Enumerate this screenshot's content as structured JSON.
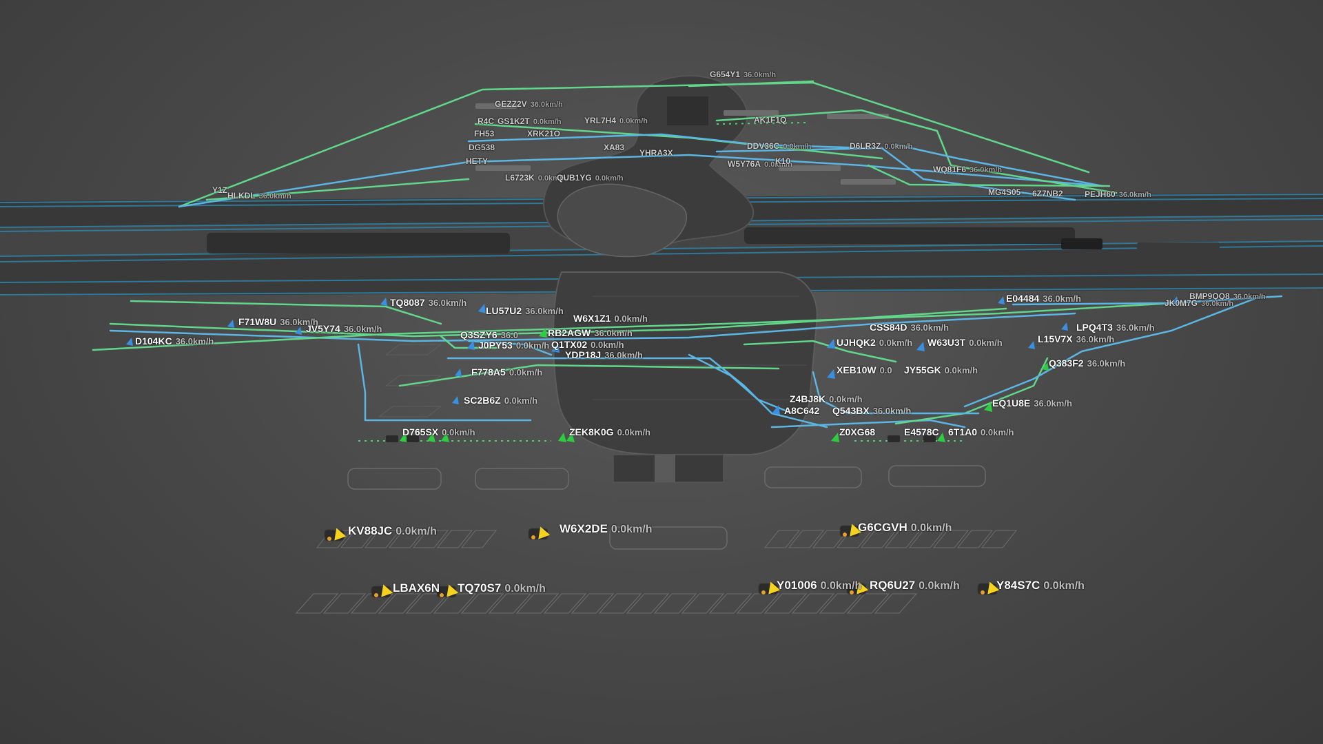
{
  "colors": {
    "background": "#474747",
    "building": "#3c3c3c",
    "road": "#353535",
    "lane_blue": "#2f7fa3",
    "path_green": "#62d68a",
    "path_blue": "#5cb6e4",
    "label_text": "#ffffff",
    "speed_text": "#bfbfbf",
    "vehicle_yellow": "#f4d21f",
    "marker_green": "#2ecc40",
    "marker_blue": "#3a8fe0"
  },
  "icons": {
    "vehicle": "yellow-cone-vehicle-icon",
    "marker_green": "green-triangle-marker-icon",
    "marker_blue": "blue-triangle-marker-icon"
  },
  "vehicles_top": [
    {
      "id": "G654Y1",
      "speed": "36.0km/h"
    },
    {
      "id": "GEZZ2V",
      "speed": "36.0km/h"
    },
    {
      "id": "R4C",
      "speed": ""
    },
    {
      "id": "GS1K2T",
      "speed": "0.0km/h"
    },
    {
      "id": "YRL7H4",
      "speed": "0.0km/h"
    },
    {
      "id": "FH53",
      "speed": ""
    },
    {
      "id": "XRK21O",
      "speed": ""
    },
    {
      "id": "DG538",
      "speed": ""
    },
    {
      "id": "DDV36C",
      "speed": "0.0km/h"
    },
    {
      "id": "HETY",
      "speed": ""
    },
    {
      "id": "XA83",
      "speed": ""
    },
    {
      "id": "YHRA3X",
      "speed": ""
    },
    {
      "id": "D6LR3Z",
      "speed": "0.0km/h"
    },
    {
      "id": "W5Y76A",
      "speed": "0.0km/h"
    },
    {
      "id": "K10",
      "speed": ""
    },
    {
      "id": "L6723K",
      "speed": "0.0km/h"
    },
    {
      "id": "QUB1YG",
      "speed": "0.0km/h"
    },
    {
      "id": "WQ81F6",
      "speed": "36.0km/h"
    },
    {
      "id": "MG4S05",
      "speed": ""
    },
    {
      "id": "6Z7NB2",
      "speed": ""
    },
    {
      "id": "PEJH60",
      "speed": "36.0km/h"
    },
    {
      "id": "HLKDL",
      "speed": "36.0km/h"
    },
    {
      "id": "AK1F1Q",
      "speed": ""
    },
    {
      "id": "Y1Z",
      "speed": ""
    }
  ],
  "vehicles_main": [
    {
      "id": "TQ8087",
      "speed": "36.0km/h"
    },
    {
      "id": "LU57U2",
      "speed": "36.0km/h"
    },
    {
      "id": "W6X1Z1",
      "speed": "0.0km/h"
    },
    {
      "id": "F71W8U",
      "speed": "36.0km/h"
    },
    {
      "id": "JV5Y74",
      "speed": "36.0km/h"
    },
    {
      "id": "D104KC",
      "speed": "36.0km/h"
    },
    {
      "id": "RB2AGW",
      "speed": "36.0km/h"
    },
    {
      "id": "Q3SZY6",
      "speed": "36.0"
    },
    {
      "id": "J0PY53",
      "speed": "0.0km/h"
    },
    {
      "id": "Q1TX02",
      "speed": "0.0km/h"
    },
    {
      "id": "YDP18J",
      "speed": "36.0km/h"
    },
    {
      "id": "F778A5",
      "speed": "0.0km/h"
    },
    {
      "id": "SC2B6Z",
      "speed": "0.0km/h"
    },
    {
      "id": "E04484",
      "speed": "36.0km/h"
    },
    {
      "id": "BMP9QQ8",
      "speed": "36.0km/h"
    },
    {
      "id": "JK0M7G",
      "speed": "36.0km/h"
    },
    {
      "id": "CSS84D",
      "speed": "36.0km/h"
    },
    {
      "id": "LPQ4T3",
      "speed": "36.0km/h"
    },
    {
      "id": "UJHQK2",
      "speed": "0.0km/h"
    },
    {
      "id": "W63U3T",
      "speed": "0.0km/h"
    },
    {
      "id": "L15V7X",
      "speed": "36.0km/h"
    },
    {
      "id": "Q383F2",
      "speed": "36.0km/h"
    },
    {
      "id": "XEB10W",
      "speed": "0.0"
    },
    {
      "id": "JY55GK",
      "speed": "0.0km/h"
    },
    {
      "id": "Z4BJ8K",
      "speed": "0.0km/h"
    },
    {
      "id": "A8C642",
      "speed": ""
    },
    {
      "id": "Q543BX",
      "speed": "36.0km/h"
    },
    {
      "id": "EQ1U8E",
      "speed": "36.0km/h"
    },
    {
      "id": "Z0XG68",
      "speed": ""
    },
    {
      "id": "E4578C",
      "speed": ""
    },
    {
      "id": "6T1A0",
      "speed": "0.0km/h"
    },
    {
      "id": "ZEK8K0G",
      "speed": "0.0km/h"
    },
    {
      "id": "D765SX",
      "speed": "0.0km/h"
    }
  ],
  "vehicles_parked": [
    {
      "id": "KV88JC",
      "speed": "0.0km/h"
    },
    {
      "id": "W6X2DE",
      "speed": "0.0km/h"
    },
    {
      "id": "G6CGVH",
      "speed": "0.0km/h"
    },
    {
      "id": "LBAX6N",
      "speed": ""
    },
    {
      "id": "TQ70S7",
      "speed": "0.0km/h"
    },
    {
      "id": "Y01006",
      "speed": "0.0km/h"
    },
    {
      "id": "RQ6U27",
      "speed": "0.0km/h"
    },
    {
      "id": "Y84S7C",
      "speed": "0.0km/h"
    }
  ]
}
